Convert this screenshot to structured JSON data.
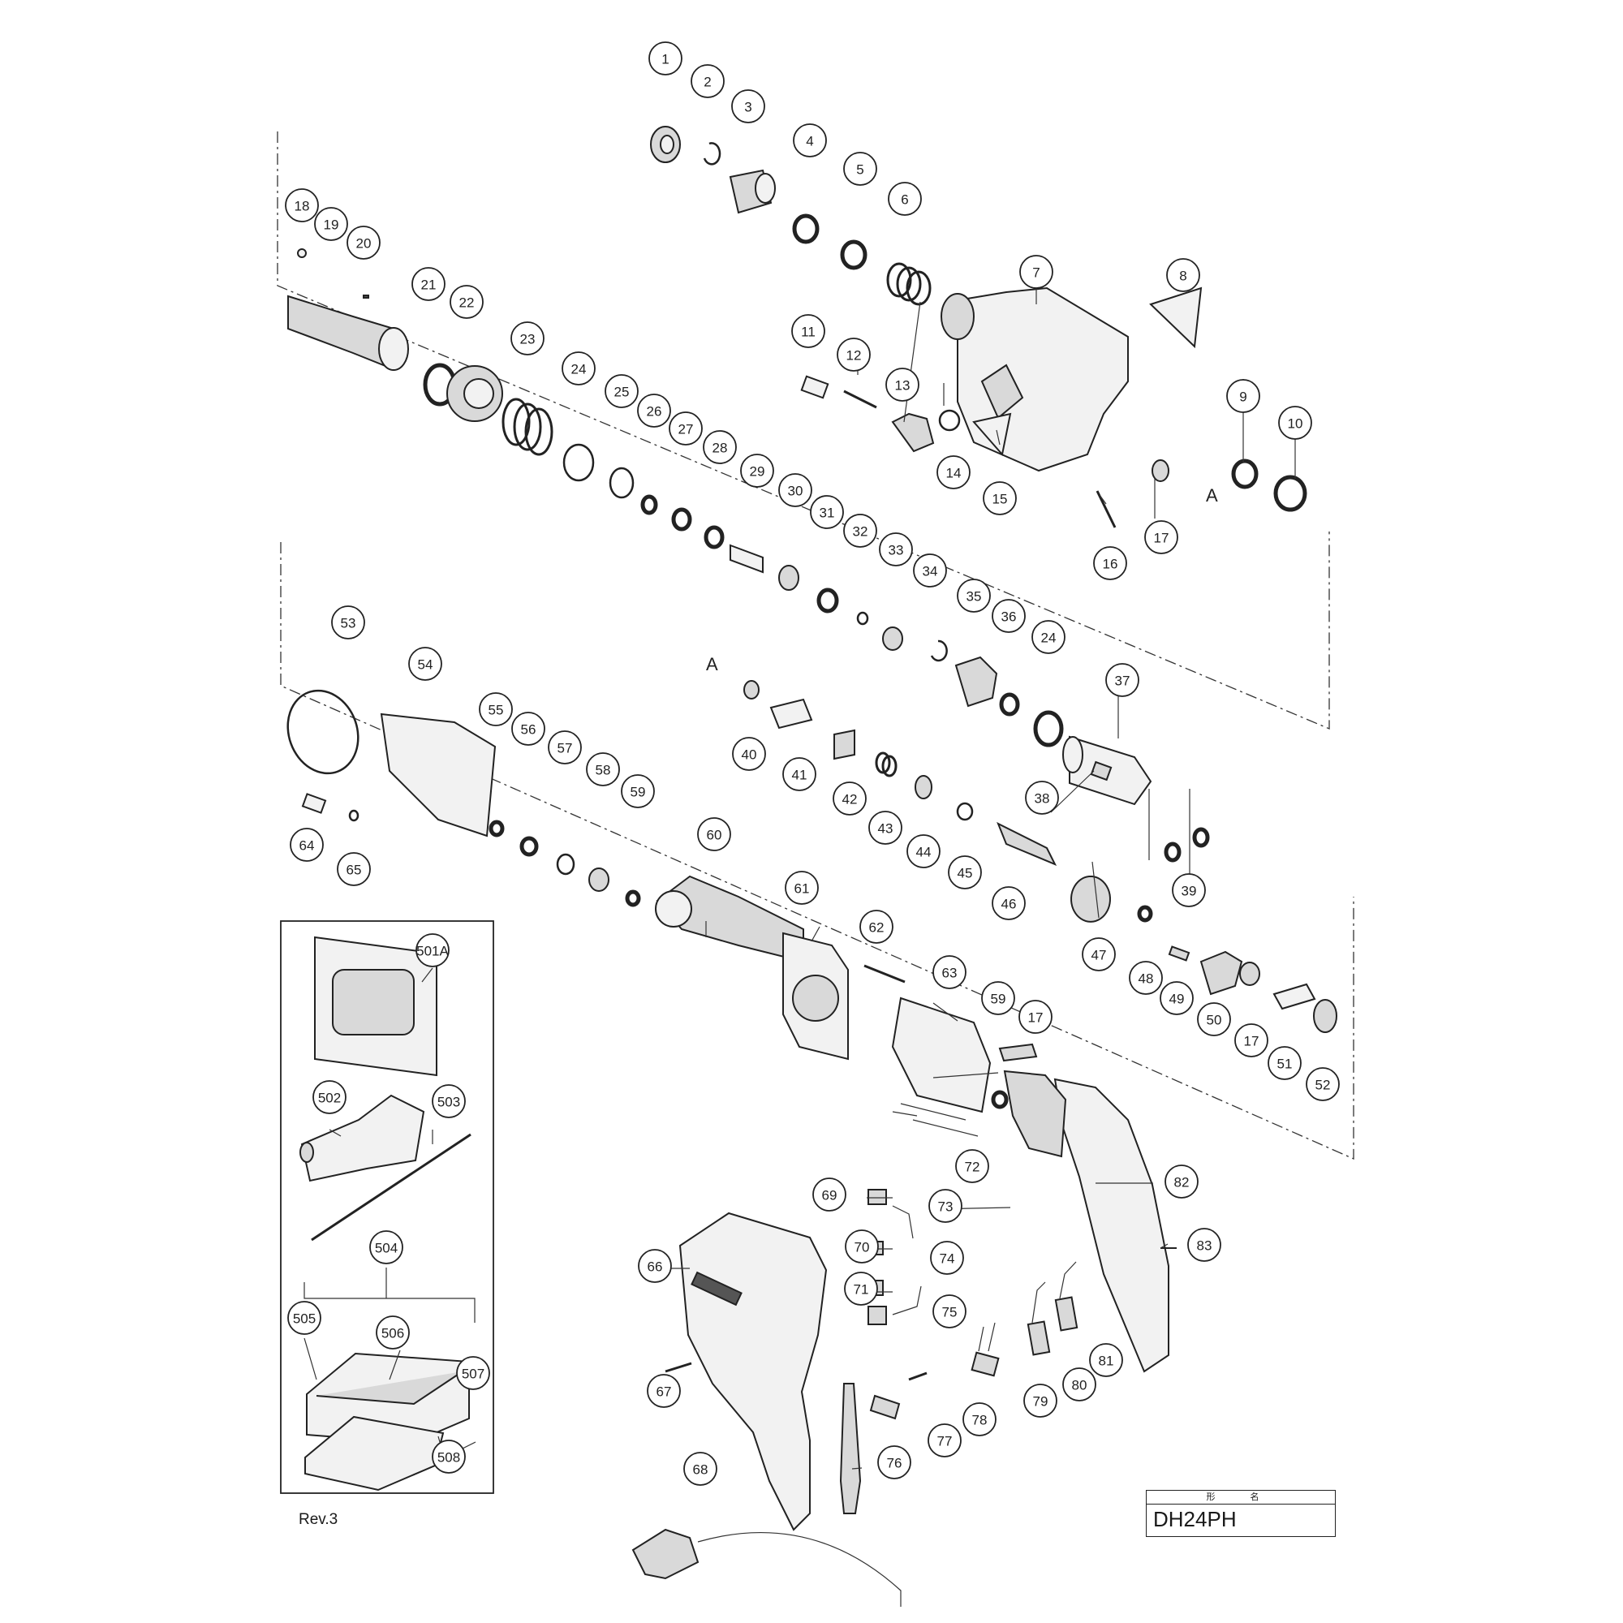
{
  "diagram": {
    "revision": "Rev.3",
    "title_block": {
      "header": "形 名",
      "model": "DH24PH"
    },
    "section_marks": [
      "A",
      "A"
    ],
    "callouts": [
      "1",
      "2",
      "3",
      "4",
      "5",
      "6",
      "7",
      "8",
      "9",
      "10",
      "11",
      "12",
      "13",
      "14",
      "15",
      "16",
      "17",
      "18",
      "19",
      "20",
      "21",
      "22",
      "23",
      "24",
      "25",
      "26",
      "27",
      "28",
      "29",
      "30",
      "31",
      "32",
      "33",
      "34",
      "35",
      "36",
      "24",
      "37",
      "38",
      "39",
      "40",
      "41",
      "42",
      "43",
      "44",
      "45",
      "46",
      "47",
      "48",
      "49",
      "50",
      "17",
      "51",
      "52",
      "53",
      "54",
      "55",
      "56",
      "57",
      "58",
      "59",
      "60",
      "61",
      "62",
      "63",
      "59",
      "17",
      "64",
      "65",
      "66",
      "67",
      "68",
      "69",
      "70",
      "71",
      "72",
      "73",
      "74",
      "75",
      "76",
      "77",
      "78",
      "79",
      "80",
      "81",
      "82",
      "83",
      "501A",
      "502",
      "503",
      "504",
      "505",
      "506",
      "507",
      "508"
    ]
  }
}
